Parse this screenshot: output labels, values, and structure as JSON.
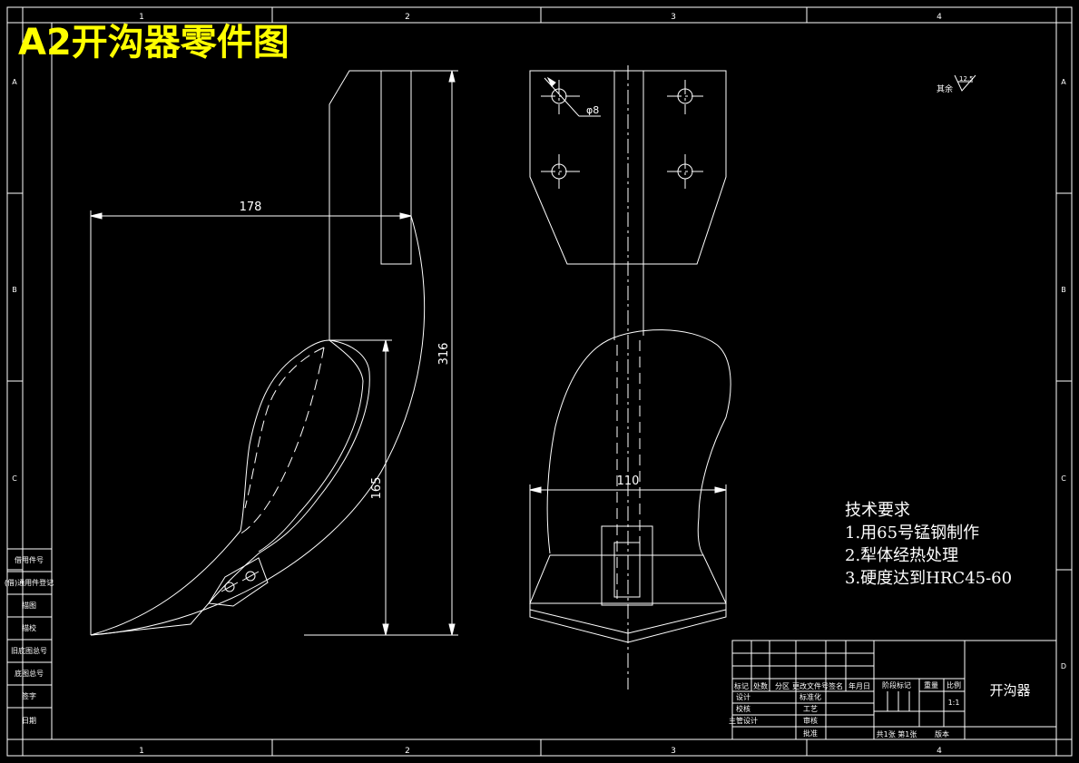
{
  "title": "A2开沟器零件图",
  "grid": {
    "columns": [
      "1",
      "2",
      "3",
      "4"
    ],
    "rows": [
      "A",
      "B",
      "C",
      "D"
    ]
  },
  "dimensions": {
    "width_178": "178",
    "height_316": "316",
    "height_165": "165",
    "width_110": "110",
    "hole_dia": "φ8"
  },
  "roughness": {
    "prefix": "其余",
    "value": "12.5"
  },
  "requirements": {
    "heading": "技术要求",
    "items": [
      "1.用65号锰钢制作",
      "2.犁体经热处理",
      "3.硬度达到HRC45-60"
    ]
  },
  "side_table": [
    "借用件号",
    "(借)通用件登记",
    "旧底图总号",
    "底图总号",
    "签字",
    "日期"
  ],
  "side_table_extra": [
    "描图",
    "描校"
  ],
  "title_block": {
    "part_name": "开沟器",
    "scale": "1:1",
    "headers": [
      "标记",
      "处数",
      "分区",
      "更改文件号",
      "签名",
      "年月日"
    ],
    "roles": [
      "设计",
      "校核",
      "主管设计"
    ],
    "roles2": [
      "标准化",
      "工艺",
      "审核",
      "批准"
    ],
    "stage_headers": [
      "阶段标记",
      "重量",
      "比例"
    ],
    "sheet": "共1张 第1张",
    "version": "版本"
  }
}
